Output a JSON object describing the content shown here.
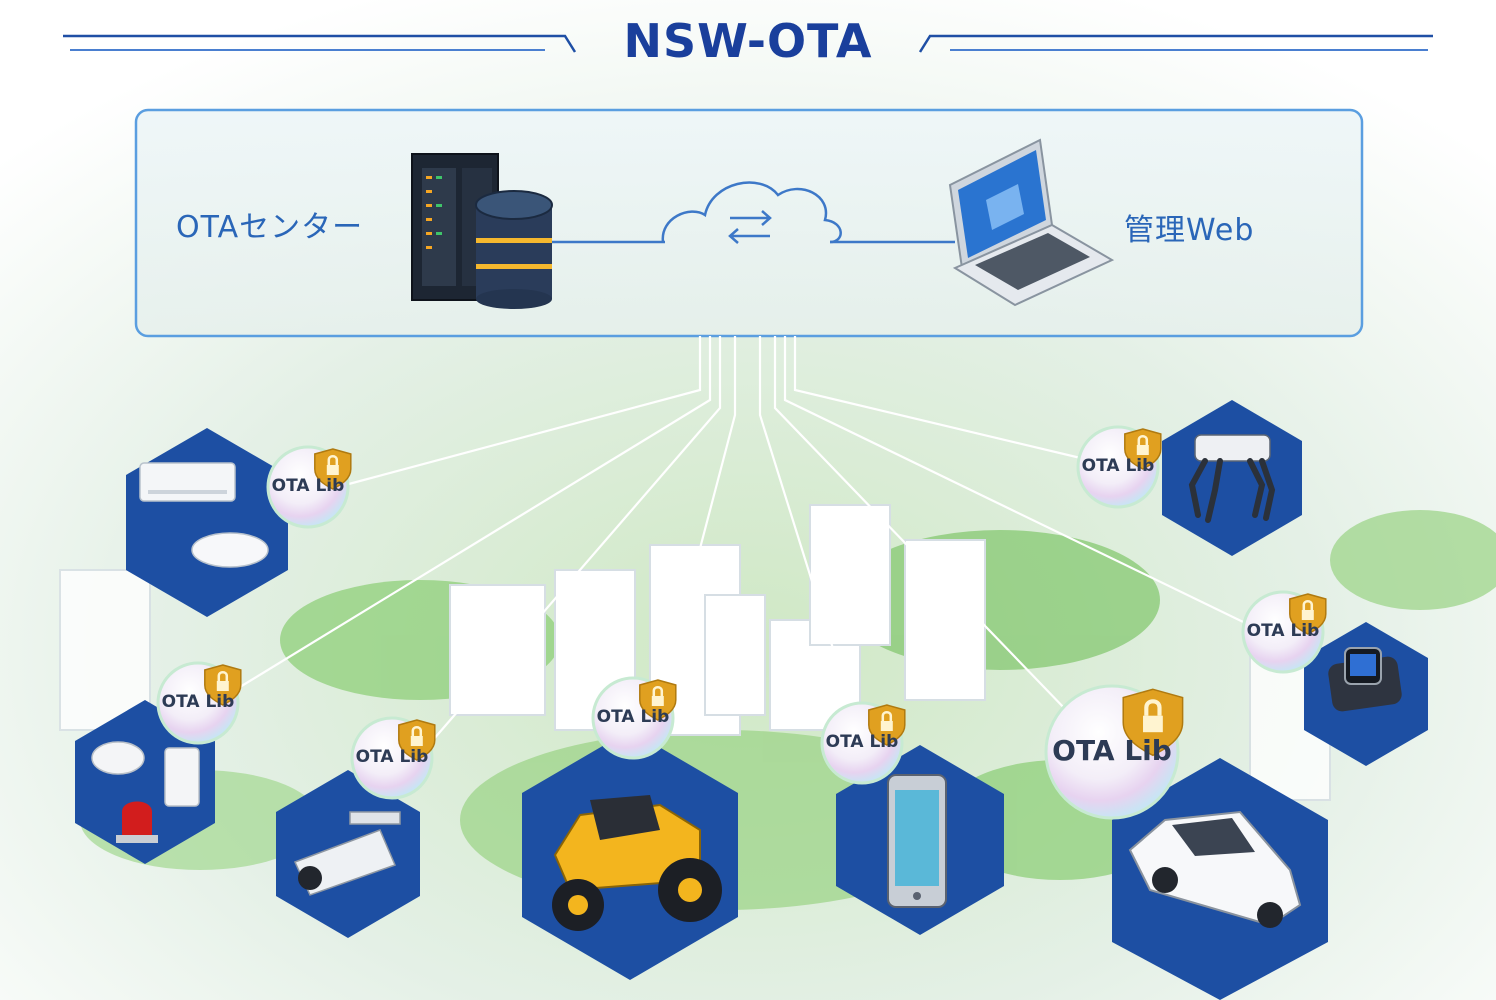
{
  "title": "NSW-OTA",
  "center": {
    "left_label": "OTAセンター",
    "right_label": "管理Web",
    "server_icon": "server-rack-icon",
    "db_icon": "database-icon",
    "cloud_icon": "cloud-sync-icon",
    "laptop_icon": "laptop-icon"
  },
  "lib_label": "OTA Lib",
  "devices": [
    {
      "name": "air-conditioner-robot-vacuum",
      "icon": "aircon-vacuum-icon"
    },
    {
      "name": "robot-dog",
      "icon": "robot-dog-icon"
    },
    {
      "name": "smart-watch",
      "icon": "watch-icon"
    },
    {
      "name": "smoke-detector-alarm",
      "icon": "alarm-sensor-icon"
    },
    {
      "name": "security-camera",
      "icon": "camera-icon"
    },
    {
      "name": "tractor",
      "icon": "tractor-icon"
    },
    {
      "name": "smartphone",
      "icon": "phone-icon"
    },
    {
      "name": "car",
      "icon": "car-icon"
    }
  ],
  "colors": {
    "brand": "#1a3f9c",
    "hex": "#1d4fa3",
    "line": "#5b96d4",
    "shield": "#e0a020"
  }
}
